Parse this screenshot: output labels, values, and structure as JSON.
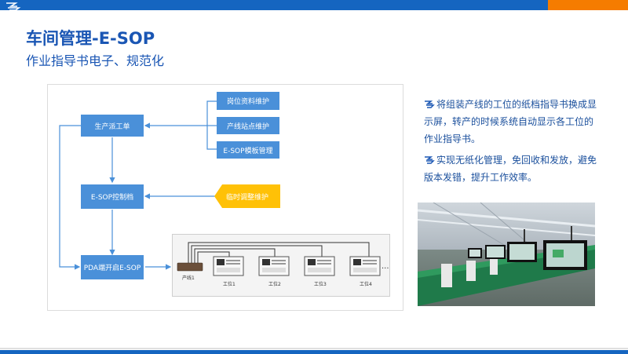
{
  "header": {
    "title": "车间管理-E-SOP",
    "subtitle": "作业指导书电子、规范化"
  },
  "colors": {
    "primary": "#1565c0",
    "accent": "#f57c00",
    "node": "#4a90d9",
    "warning_node": "#ffc107"
  },
  "diagram": {
    "nodes": {
      "dispatch": "生产派工单",
      "esop_control": "E-SOP控制档",
      "pda_start": "PDA端开启E-SOP",
      "post_data": "岗位资料维护",
      "line_station": "产线站点维护",
      "template": "E-SOP模板管理",
      "temp_adjust": "临时调整维护"
    },
    "network": {
      "switch_label": "产线1",
      "stations": [
        "工位1",
        "工位2",
        "工位3",
        "工位4"
      ],
      "more": "···"
    }
  },
  "bullets": [
    {
      "icon": "zg-logo-icon",
      "text": "将组装产线的工位的纸档指导书换成显示屏，转产的时候系统自动显示各工位的作业指导书。"
    },
    {
      "icon": "zg-logo-icon",
      "text": "实现无纸化管理，免回收和发放，避免版本发错，提升工作效率。"
    }
  ]
}
